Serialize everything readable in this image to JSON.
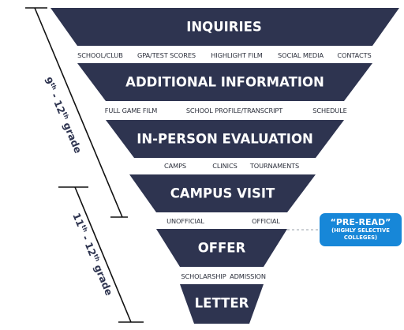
{
  "colors": {
    "funnel": "#2e3450",
    "callout": "#1787d8",
    "label_text": "#2b2f3b"
  },
  "stages": [
    {
      "title": "INQUIRIES"
    },
    {
      "title": "ADDITIONAL INFORMATION"
    },
    {
      "title": "IN-PERSON EVALUATION"
    },
    {
      "title": "CAMPUS VISIT"
    },
    {
      "title": "OFFER"
    },
    {
      "title": "LETTER"
    }
  ],
  "sublabels": [
    [
      "SCHOOL/CLUB",
      "GPA/TEST SCORES",
      "HIGHLIGHT FILM",
      "SOCIAL MEDIA",
      "CONTACTS"
    ],
    [
      "FULL GAME FILM",
      "SCHOOL PROFILE/TRANSCRIPT",
      "SCHEDULE"
    ],
    [
      "CAMPS",
      "CLINICS",
      "TOURNAMENTS"
    ],
    [
      "UNOFFICIAL",
      "OFFICIAL"
    ],
    [
      "SCHOLARSHIP",
      "ADMISSION"
    ]
  ],
  "grade_ranges": [
    {
      "start": "9",
      "start_suffix": "th",
      "sep": " - ",
      "end": "12",
      "end_suffix": "th",
      "word": " grade"
    },
    {
      "start": "11",
      "start_suffix": "th",
      "sep": " - ",
      "end": "12",
      "end_suffix": "th",
      "word": " grade"
    }
  ],
  "callout": {
    "title": "“PRE-READ”",
    "note_line1": "(HIGHLY SELECTIVE",
    "note_line2": "COLLEGES)"
  }
}
